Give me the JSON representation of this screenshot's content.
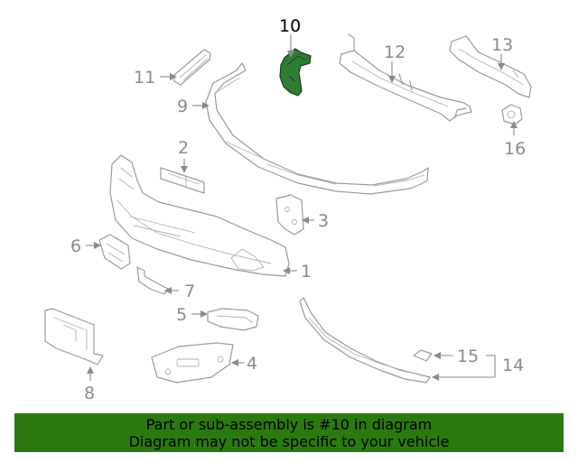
{
  "highlight_color": "#2a7a0f",
  "callouts": {
    "c1": "1",
    "c2": "2",
    "c3": "3",
    "c4": "4",
    "c5": "5",
    "c6": "6",
    "c7": "7",
    "c8": "8",
    "c9": "9",
    "c10": "10",
    "c11": "11",
    "c12": "12",
    "c13": "13",
    "c14": "14",
    "c15": "15",
    "c16": "16"
  },
  "banner": {
    "line1": "Part or sub-assembly is #10 in diagram",
    "line2": "Diagram may not be specific to your vehicle"
  }
}
